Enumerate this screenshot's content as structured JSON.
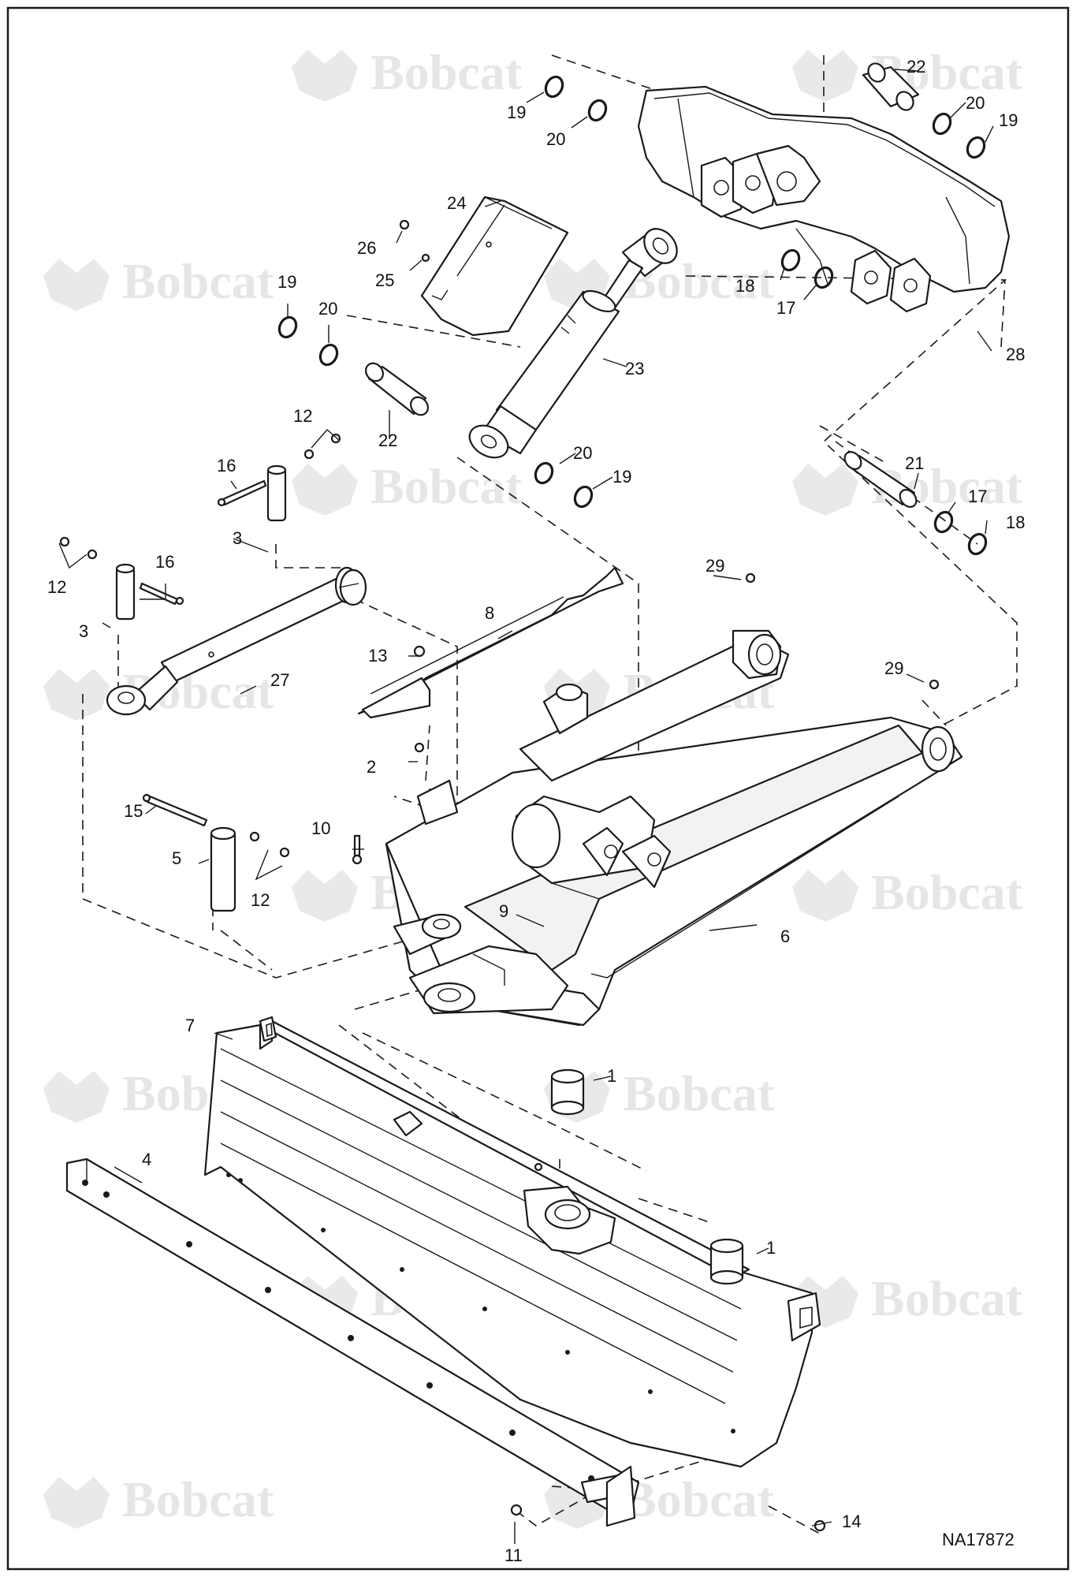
{
  "brand": {
    "watermark_text": "Bobcat",
    "watermark_color": "#e6e6e6"
  },
  "figure": {
    "id": "NA17872"
  },
  "callouts": [
    "1",
    "1",
    "2",
    "3",
    "3",
    "4",
    "5",
    "6",
    "7",
    "8",
    "9",
    "10",
    "11",
    "12",
    "12",
    "12",
    "13",
    "14",
    "15",
    "16",
    "16",
    "17",
    "17",
    "18",
    "18",
    "19",
    "19",
    "19",
    "19",
    "20",
    "20",
    "20",
    "20",
    "21",
    "22",
    "22",
    "23",
    "24",
    "25",
    "26",
    "27",
    "28",
    "29",
    "29"
  ]
}
